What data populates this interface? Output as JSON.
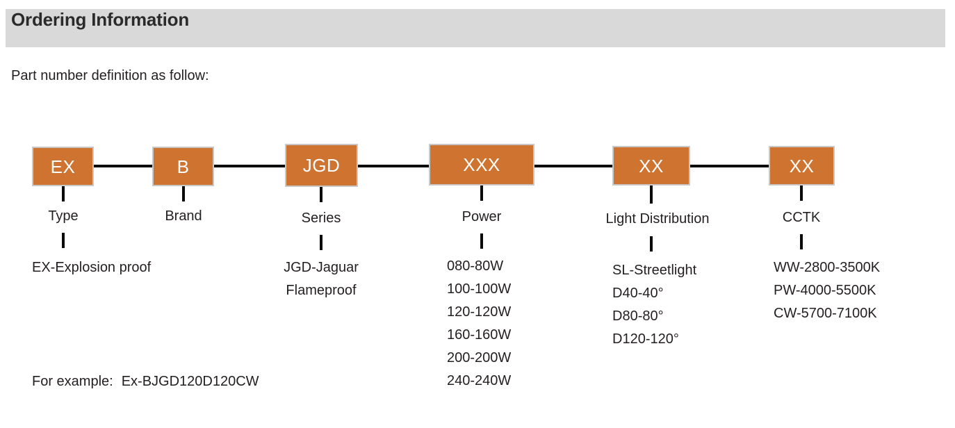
{
  "header": {
    "title": "Ordering Information",
    "bar_color": "#d9d9d9"
  },
  "intro": {
    "text": "Part number definition as follow:"
  },
  "diagram": {
    "box_color": "#cf7430",
    "box_border_color": "#c8c8c8",
    "box_text_color": "#ffffff",
    "connector_color": "#0a0a0a",
    "segments": [
      {
        "code": "EX",
        "label": "Type",
        "options": [
          "EX-Explosion proof"
        ]
      },
      {
        "code": "B",
        "label": "Brand",
        "options": []
      },
      {
        "code": "JGD",
        "label": "Series",
        "options": [
          "JGD-Jaguar",
          "Flameproof"
        ]
      },
      {
        "code": "XXX",
        "label": "Power",
        "options": [
          "080-80W",
          "100-100W",
          "120-120W",
          "160-160W",
          "200-200W",
          "240-240W"
        ]
      },
      {
        "code": "XX",
        "label": "Light Distribution",
        "options": [
          "SL-Streetlight",
          "D40-40°",
          "D80-80°",
          "D120-120°"
        ]
      },
      {
        "code": "XX",
        "label": "CCTK",
        "options": [
          "WW-2800-3500K",
          "PW-4000-5500K",
          "CW-5700-7100K"
        ]
      }
    ]
  },
  "example": {
    "prefix": "For example:",
    "value": "Ex-BJGD120D120CW"
  }
}
